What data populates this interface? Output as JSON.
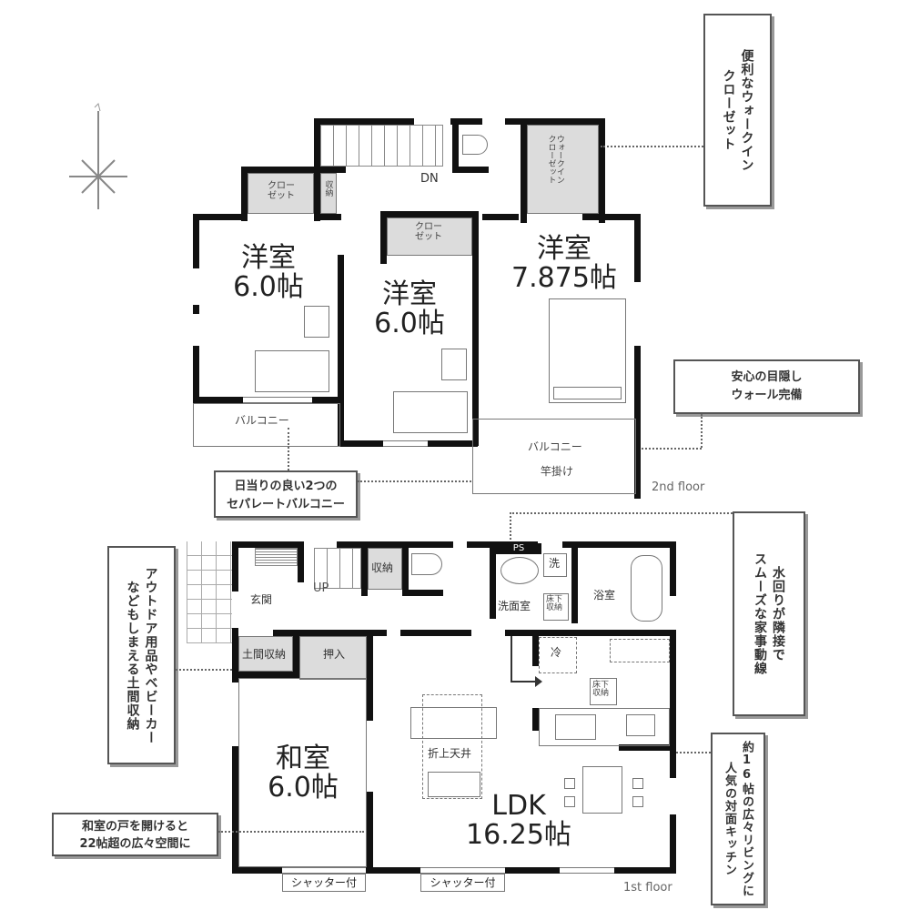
{
  "compass": {
    "icon": "north-compass-icon"
  },
  "floors": {
    "second": {
      "tag": "2nd floor",
      "stairs_label": "DN",
      "rooms": [
        {
          "id": "western-room-a",
          "name": "洋室",
          "size": "6.0帖"
        },
        {
          "id": "western-room-b",
          "name": "洋室",
          "size": "6.0帖"
        },
        {
          "id": "western-room-c",
          "name": "洋室",
          "size": "7.875帖"
        }
      ],
      "closets": {
        "closet_a": "クロー\nゼット",
        "storage": "収納",
        "closet_b": "クロー\nゼット",
        "walk_in": "ウォークイン\nクローゼット"
      },
      "balcony_left": "バルコニー",
      "balcony_right": "バルコニー",
      "laundry_pole": "竿掛け"
    },
    "first": {
      "tag": "1st floor",
      "stairs_label": "UP",
      "entrance": "玄関",
      "storage": "収納",
      "earthen_storage": "土間収納",
      "oshiire": "押入",
      "ps": "PS",
      "washer": "洗",
      "washroom": "洗面室",
      "underfloor_storage_wash": "床下\n収納",
      "bath": "浴室",
      "fridge": "冷",
      "underfloor_storage_kitchen": "床下\n収納",
      "ceiling": "折上天井",
      "japanese_room": {
        "name": "和室",
        "size": "6.0帖"
      },
      "ldk": {
        "name": "LDK",
        "size": "16.25帖"
      },
      "shutter_1": "シャッター付",
      "shutter_2": "シャッター付"
    }
  },
  "callouts": {
    "walk_in_closet": "便利なウォークイン\nクローゼット",
    "privacy_wall": "安心の目隠し\nウォール完備",
    "balconies": "日当りの良い2つの\nセパレートバルコニー",
    "water_area": "水回りが隣接で\nスムーズな家事動線",
    "outdoor_storage": "アウトドア用品やベビーカー\nなどもしまえる土間収納",
    "kitchen": "約16帖の広々リビングに\n人気の対面キッチン",
    "japanese_room": "和室の戸を開けると\n22帖超の広々空間に"
  }
}
